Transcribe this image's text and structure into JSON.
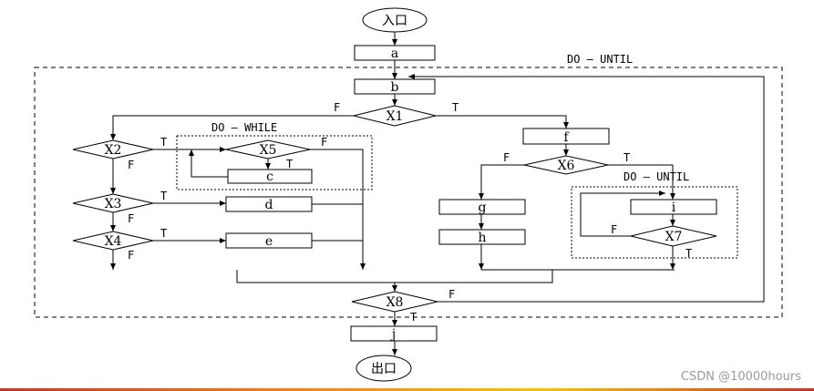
{
  "nodes": {
    "entry": "入口",
    "exit": "出口",
    "a": "a",
    "b": "b",
    "c": "c",
    "d": "d",
    "e": "e",
    "f": "f",
    "g": "g",
    "h": "h",
    "i": "i",
    "j": "j",
    "x1": "X1",
    "x2": "X2",
    "x3": "X3",
    "x4": "X4",
    "x5": "X5",
    "x6": "X6",
    "x7": "X7",
    "x8": "X8"
  },
  "loops": {
    "outer": "DO — UNTIL",
    "inner_while": "DO — WHILE",
    "inner_until": "DO — UNTIL"
  },
  "branch": {
    "true": "T",
    "false": "F"
  },
  "watermark": "CSDN @10000hours",
  "colors": {
    "line": "#000000",
    "watermark": "#9a9a9a"
  }
}
